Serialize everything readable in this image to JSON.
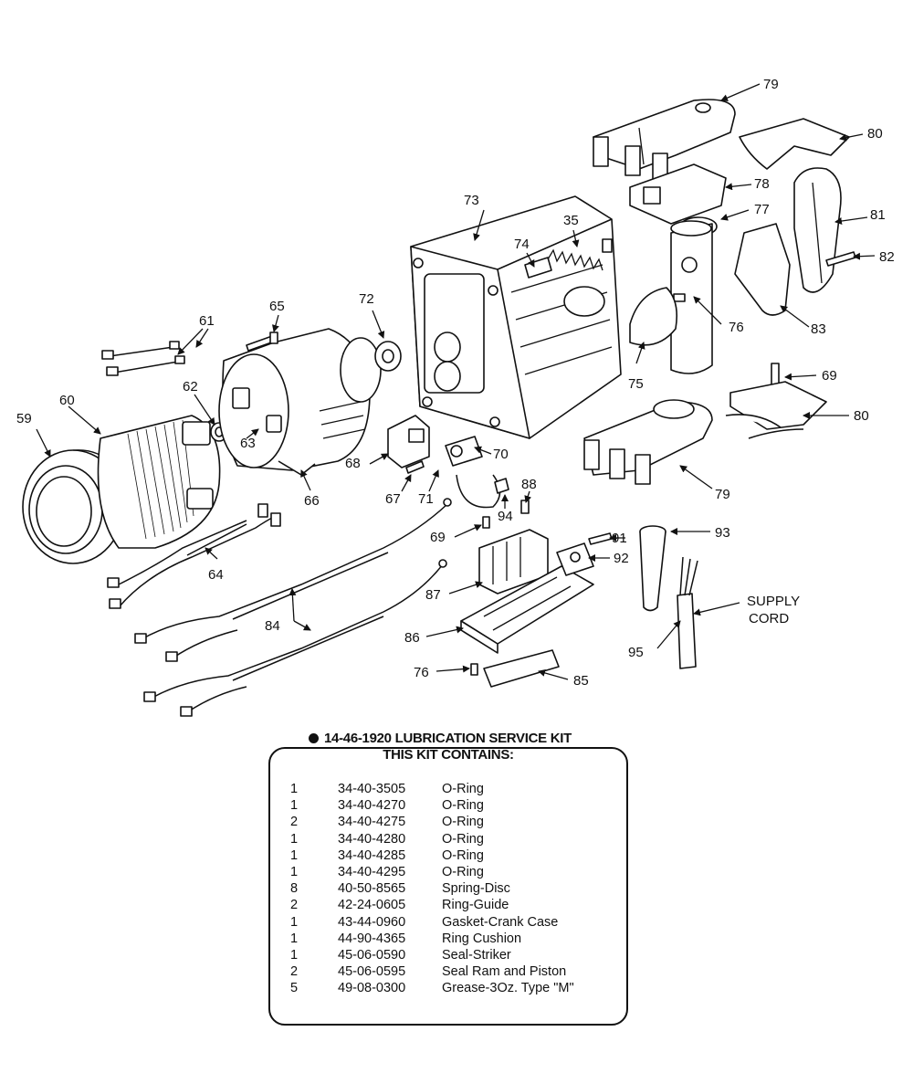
{
  "callouts": {
    "c59": "59",
    "c60": "60",
    "c61": "61",
    "c62": "62",
    "c63": "63",
    "c64": "64",
    "c65": "65",
    "c66": "66",
    "c67": "67",
    "c68": "68",
    "c69a": "69",
    "c69b": "69",
    "c70": "70",
    "c71": "71",
    "c72": "72",
    "c73": "73",
    "c74": "74",
    "c35": "35",
    "c75": "75",
    "c76a": "76",
    "c76b": "76",
    "c77": "77",
    "c78": "78",
    "c79a": "79",
    "c79b": "79",
    "c80a": "80",
    "c80b": "80",
    "c81": "81",
    "c82": "82",
    "c83": "83",
    "c84": "84",
    "c85": "85",
    "c86": "86",
    "c87": "87",
    "c88": "88",
    "c91": "91",
    "c92": "92",
    "c93": "93",
    "c94": "94",
    "c95": "95",
    "supply_line1": "SUPPLY",
    "supply_line2": "CORD"
  },
  "kit": {
    "title": "14-46-1920 LUBRICATION SERVICE KIT",
    "subtitle": "THIS KIT CONTAINS:",
    "rows": [
      {
        "qty": "1",
        "part": "34-40-3505",
        "desc": "O-Ring"
      },
      {
        "qty": "1",
        "part": "34-40-4270",
        "desc": "O-Ring"
      },
      {
        "qty": "2",
        "part": "34-40-4275",
        "desc": "O-Ring"
      },
      {
        "qty": "1",
        "part": "34-40-4280",
        "desc": "O-Ring"
      },
      {
        "qty": "1",
        "part": "34-40-4285",
        "desc": "O-Ring"
      },
      {
        "qty": "1",
        "part": "34-40-4295",
        "desc": "O-Ring"
      },
      {
        "qty": "8",
        "part": "40-50-8565",
        "desc": "Spring-Disc"
      },
      {
        "qty": "2",
        "part": "42-24-0605",
        "desc": "Ring-Guide"
      },
      {
        "qty": "1",
        "part": "43-44-0960",
        "desc": "Gasket-Crank Case"
      },
      {
        "qty": "1",
        "part": "44-90-4365",
        "desc": "Ring Cushion"
      },
      {
        "qty": "1",
        "part": "45-06-0590",
        "desc": "Seal-Striker"
      },
      {
        "qty": "2",
        "part": "45-06-0595",
        "desc": "Seal Ram and Piston"
      },
      {
        "qty": "5",
        "part": "49-08-0300",
        "desc": "Grease-3Oz. Type \"M\""
      }
    ]
  }
}
